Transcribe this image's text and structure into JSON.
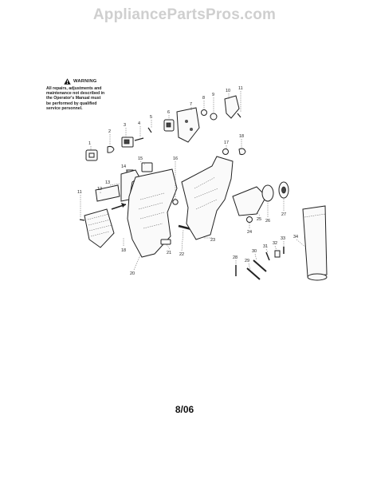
{
  "watermark": "AppliancePartsPros.com",
  "warning": {
    "title": "WARNING",
    "lines": [
      "All repairs, adjustments and",
      "maintenance not described in",
      "the Operator's Manual must",
      "be performed by qualified",
      "service personnel."
    ]
  },
  "page_code": "8/06",
  "callouts": {
    "n1": "1",
    "n2": "2",
    "n3": "3",
    "n4": "4",
    "n5": "5",
    "n6": "6",
    "n7": "7",
    "n8": "8",
    "n9": "9",
    "n10": "10",
    "n11a": "11",
    "n11b": "11",
    "n12": "12",
    "n13": "13",
    "n14": "14",
    "n15": "15",
    "n16": "16",
    "n17": "17",
    "n18a": "18",
    "n18b": "18",
    "n20": "20",
    "n21": "21",
    "n22": "22",
    "n23": "23",
    "n24": "24",
    "n25": "25",
    "n26": "26",
    "n27": "27",
    "n28": "28",
    "n29": "29",
    "n30": "30",
    "n31": "31",
    "n32": "32",
    "n33": "33",
    "n34": "34"
  },
  "colors": {
    "line": "#222222",
    "watermark": "#cfcfcf",
    "background": "#ffffff"
  }
}
